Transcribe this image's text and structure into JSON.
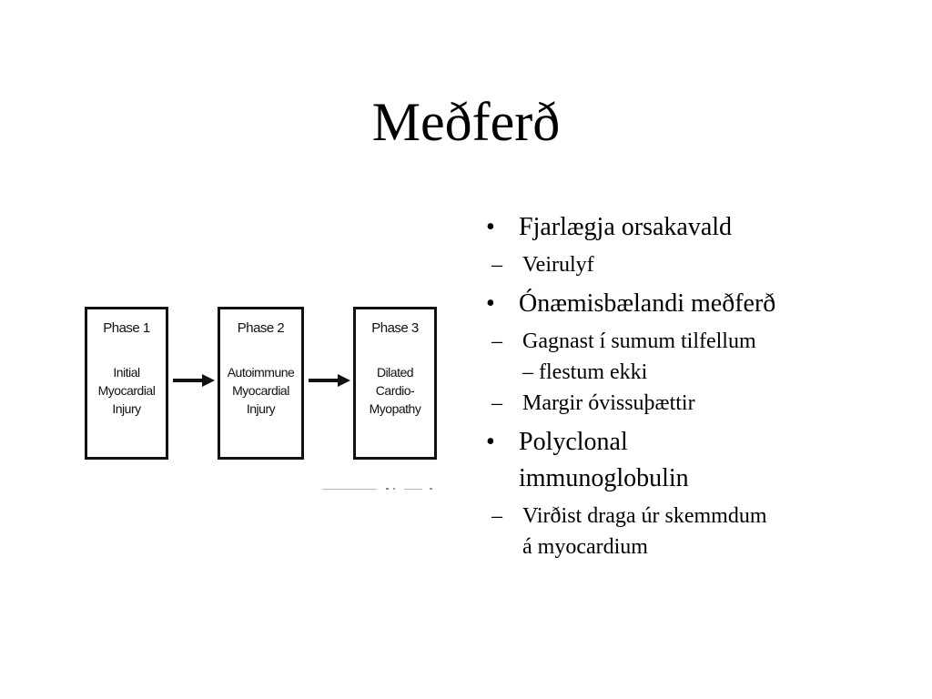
{
  "slide": {
    "title": "Meðferð"
  },
  "diagram": {
    "phases": [
      {
        "name": "Phase 1",
        "desc": "Initial\nMyocardial\nInjury"
      },
      {
        "name": "Phase 2",
        "desc": "Autoimmune\nMyocardial\nInjury"
      },
      {
        "name": "Phase 3",
        "desc": "Dilated\nCardio-\nMyopathy"
      }
    ],
    "colors": {
      "stroke": "#111111"
    }
  },
  "bullets": [
    {
      "mark": "•",
      "text": "Fjarlægja orsakavald",
      "subs": [
        {
          "mark": "–",
          "text": "Veirulyf"
        }
      ]
    },
    {
      "mark": "•",
      "text": "Ónæmisbælandi meðferð",
      "subs": [
        {
          "mark": "–",
          "text": "Gagnast í sumum tilfellum\n– flestum ekki"
        },
        {
          "mark": "–",
          "text": "Margir óvissuþættir"
        }
      ]
    },
    {
      "mark": "•",
      "text": "Polyclonal\nimmunoglobulin",
      "subs": [
        {
          "mark": "–",
          "text": "Virðist draga úr skemmdum\ná myocardium"
        }
      ]
    }
  ]
}
